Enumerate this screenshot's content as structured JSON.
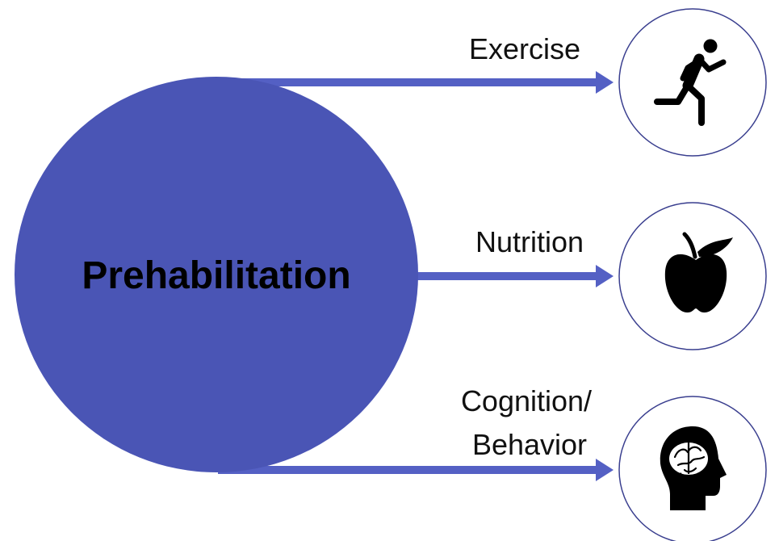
{
  "center": {
    "label": "Prehabilitation",
    "color": "#4a55b5"
  },
  "arrow_color": "#5460c4",
  "outline_color": "#3a3f8f",
  "branches": [
    {
      "label_lines": [
        "Exercise"
      ],
      "icon": "running-person-icon"
    },
    {
      "label_lines": [
        "Nutrition"
      ],
      "icon": "apple-icon"
    },
    {
      "label_lines": [
        "Cognition/",
        "Behavior"
      ],
      "icon": "brain-head-icon"
    }
  ]
}
